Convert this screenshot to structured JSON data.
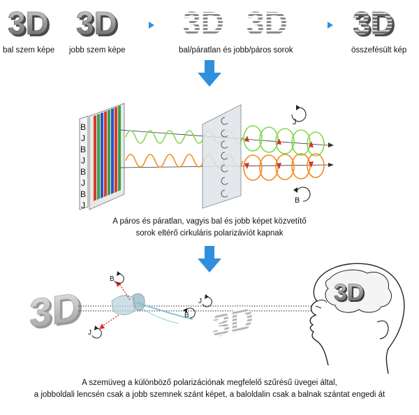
{
  "top_labels": {
    "left_image": "bal szem képe",
    "right_image": "jobb szem képe",
    "odd_even_rows": "bal/páratlan és jobb/páros sorok",
    "merged_image": "összefésült kép"
  },
  "logo_text": "3D",
  "panel_letters": [
    "B",
    "J",
    "B",
    "J",
    "B",
    "J",
    "B",
    "J"
  ],
  "circle_labels": {
    "j": "J",
    "b": "B"
  },
  "caption_middle": {
    "line1": "A páros és páratlan, vagyis bal és jobb képet közvetítő",
    "line2": "sorok eltérő cirkuláris polarizávíót kapnak"
  },
  "caption_bottom": {
    "line1": "A szemüveg a különböző polarizációnak megfelelő szűrésű üvegei által,",
    "line2": "a jobboldali lencsén  csak a jobb szemnek szánt képet, a baloldalin csak a balnak szántat engedi át"
  },
  "colors": {
    "arrow_blue": "#2f8fdc",
    "green_wave": "#7fd84a",
    "orange_wave": "#f08a1e",
    "red_arrow": "#d9302b"
  }
}
